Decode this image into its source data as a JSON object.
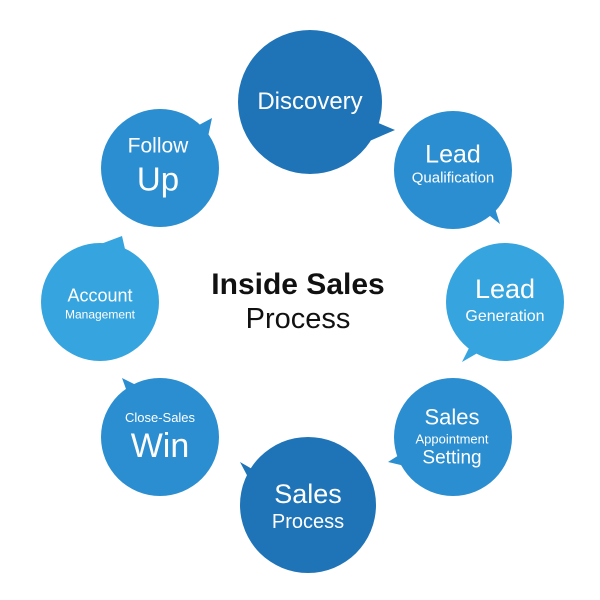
{
  "center": {
    "line1": "Inside Sales",
    "line2": "Process"
  },
  "colors": {
    "dark_blue": "#1f74b8",
    "mid_blue": "#2a8ed0",
    "light_blue": "#36a4de",
    "text": "#111111"
  },
  "steps": [
    {
      "id": "discovery",
      "lines": [
        "Discovery"
      ]
    },
    {
      "id": "lead-qualification",
      "lines": [
        "Lead",
        "Qualification"
      ]
    },
    {
      "id": "lead-generation",
      "lines": [
        "Lead",
        "Generation"
      ]
    },
    {
      "id": "sales-appointment-setting",
      "lines": [
        "Sales",
        "Appointment",
        "Setting"
      ]
    },
    {
      "id": "sales-process",
      "lines": [
        "Sales",
        "Process"
      ]
    },
    {
      "id": "close-sales-win",
      "lines": [
        "Close-Sales",
        "Win"
      ]
    },
    {
      "id": "account-management",
      "lines": [
        "Account",
        "Management"
      ]
    },
    {
      "id": "follow-up",
      "lines": [
        "Follow",
        "Up"
      ]
    }
  ]
}
